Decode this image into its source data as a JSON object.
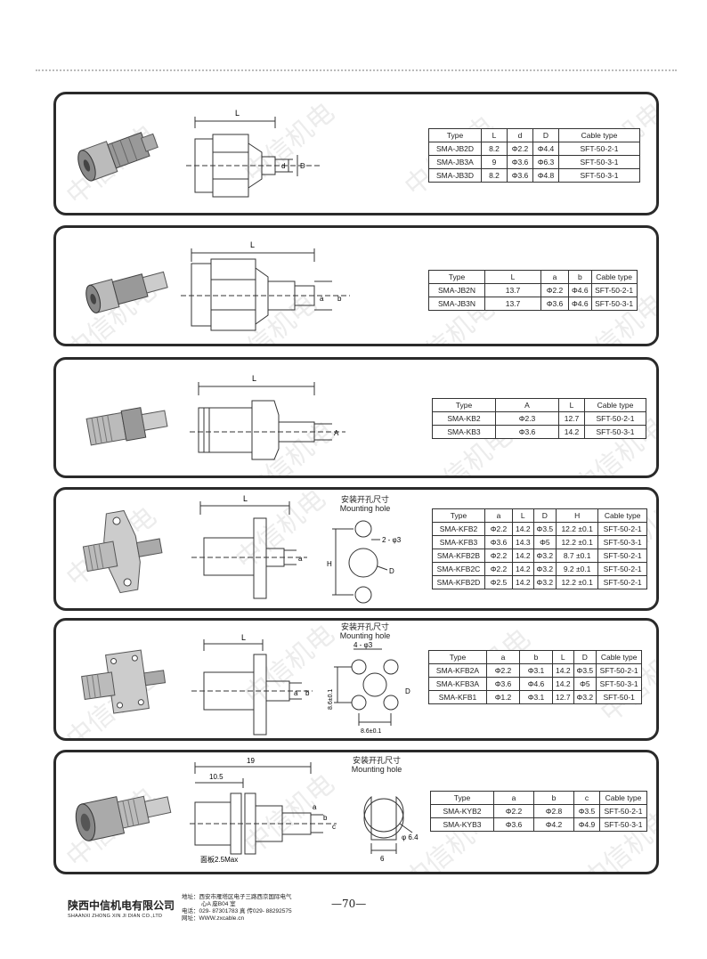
{
  "watermark": "中信机电",
  "hole_title_cn": "安装开孔尺寸",
  "hole_title_en": "Mounting hole",
  "panels": [
    {
      "headers": [
        "Type",
        "L",
        "d",
        "D",
        "Cable type"
      ],
      "rows": [
        [
          "SMA-JB2D",
          "8.2",
          "Φ2.2",
          "Φ4.4",
          "SFT-50-2-1"
        ],
        [
          "SMA-JB3A",
          "9",
          "Φ3.6",
          "Φ6.3",
          "SFT-50-3-1"
        ],
        [
          "SMA-JB3D",
          "8.2",
          "Φ3.6",
          "Φ4.8",
          "SFT-50-3-1"
        ]
      ],
      "dims": {
        "L": "L",
        "d": "d",
        "D": "D"
      }
    },
    {
      "headers": [
        "Type",
        "L",
        "a",
        "b",
        "Cable type"
      ],
      "rows": [
        [
          "SMA-JB2N",
          "13.7",
          "Φ2.2",
          "Φ4.6",
          "SFT-50-2-1"
        ],
        [
          "SMA-JB3N",
          "13.7",
          "Φ3.6",
          "Φ4.6",
          "SFT-50-3-1"
        ]
      ],
      "dims": {
        "L": "L",
        "a": "a",
        "b": "b"
      }
    },
    {
      "headers": [
        "Type",
        "A",
        "L",
        "Cable type"
      ],
      "rows": [
        [
          "SMA-KB2",
          "Φ2.3",
          "12.7",
          "SFT-50-2-1"
        ],
        [
          "SMA-KB3",
          "Φ3.6",
          "14.2",
          "SFT-50-3-1"
        ]
      ],
      "dims": {
        "L": "L",
        "A": "A"
      }
    },
    {
      "headers": [
        "Type",
        "a",
        "L",
        "D",
        "H",
        "Cable type"
      ],
      "rows": [
        [
          "SMA-KFB2",
          "Φ2.2",
          "14.2",
          "Φ3.5",
          "12.2 ±0.1",
          "SFT-50-2-1"
        ],
        [
          "SMA-KFB3",
          "Φ3.6",
          "14.3",
          "Φ5",
          "12.2 ±0.1",
          "SFT-50-3-1"
        ],
        [
          "SMA-KFB2B",
          "Φ2.2",
          "14.2",
          "Φ3.2",
          "8.7 ±0.1",
          "SFT-50-2-1"
        ],
        [
          "SMA-KFB2C",
          "Φ2.2",
          "14.2",
          "Φ3.2",
          "9.2 ±0.1",
          "SFT-50-2-1"
        ],
        [
          "SMA-KFB2D",
          "Φ2.5",
          "14.2",
          "Φ3.2",
          "12.2 ±0.1",
          "SFT-50-2-1"
        ]
      ],
      "dims": {
        "L": "L",
        "a": "a",
        "H": "H",
        "D": "D",
        "holes": "2 - φ3"
      }
    },
    {
      "headers": [
        "Type",
        "a",
        "b",
        "L",
        "D",
        "Cable type"
      ],
      "rows": [
        [
          "SMA-KFB2A",
          "Φ2.2",
          "Φ3.1",
          "14.2",
          "Φ3.5",
          "SFT-50-2-1"
        ],
        [
          "SMA-KFB3A",
          "Φ3.6",
          "Φ4.6",
          "14.2",
          "Φ5",
          "SFT-50-3-1"
        ],
        [
          "SMA-KFB1",
          "Φ1.2",
          "Φ3.1",
          "12.7",
          "Φ3.2",
          "SFT-50-1"
        ]
      ],
      "dims": {
        "L": "L",
        "a": "a",
        "b": "b",
        "D": "D",
        "holes": "4 - φ3",
        "h1": "8.6±0.1",
        "h2": "8.6±0.1"
      }
    },
    {
      "headers": [
        "Type",
        "a",
        "b",
        "c",
        "Cable type"
      ],
      "rows": [
        [
          "SMA-KYB2",
          "Φ2.2",
          "Φ2.8",
          "Φ3.5",
          "SFT-50-2-1"
        ],
        [
          "SMA-KYB3",
          "Φ3.6",
          "Φ4.2",
          "Φ4.9",
          "SFT-50-3-1"
        ]
      ],
      "dims": {
        "total": "19",
        "len": "10.5",
        "a": "a",
        "b": "b",
        "c": "c",
        "panel": "面板2.5Max",
        "w": "6",
        "dia": "φ 6.4"
      }
    }
  ],
  "footer": {
    "company_cn": "陕西中信机电有限公司",
    "company_en": "SHAANXI ZHONG XIN JI DIAN CO.,LTD",
    "address_line1": "地址：西安市雁塔区电子三路西京国际电气",
    "address_line2": "心A 座B04 室",
    "phone": "电话：029- 87301783      真 传029- 88292575",
    "website": "网址：WWW.zxcable.cn",
    "page_number": "—70—"
  }
}
